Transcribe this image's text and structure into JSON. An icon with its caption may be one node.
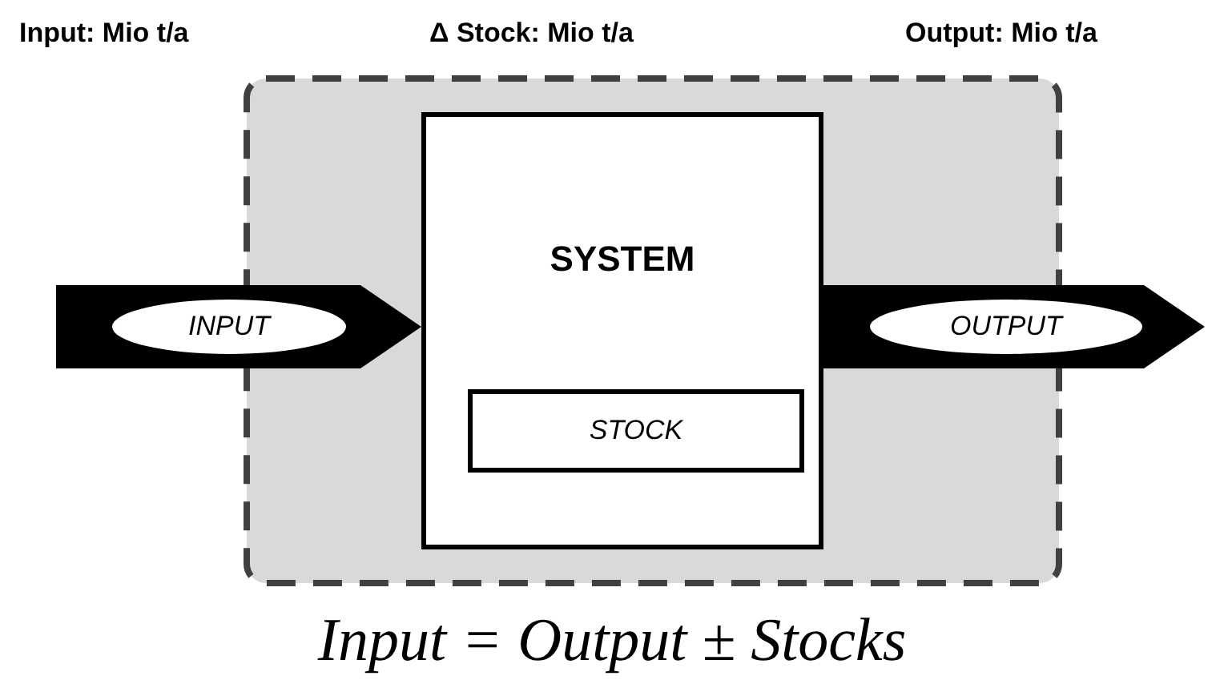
{
  "diagram": {
    "caption": "Input = Output ± Stocks",
    "nodes": [
      {
        "text": [],
        "shape": "box"
      },
      {
        "text": [
          "SYSTEM"
        ],
        "in": 0
      },
      {
        "text": [
          "STOCK"
        ],
        "in": 1
      }
    ],
    "edges": [
      {
        "from": null,
        "to": 1,
        "arrow": "to",
        "label": "INPUT"
      },
      {
        "from": 1,
        "to": null,
        "arrow": "to",
        "label": "OUTPUT"
      }
    ],
    "labels": [
      "Input: Mio t/a",
      "Δ Stock: Mio t/a",
      "Output: Mio t/a"
    ]
  }
}
